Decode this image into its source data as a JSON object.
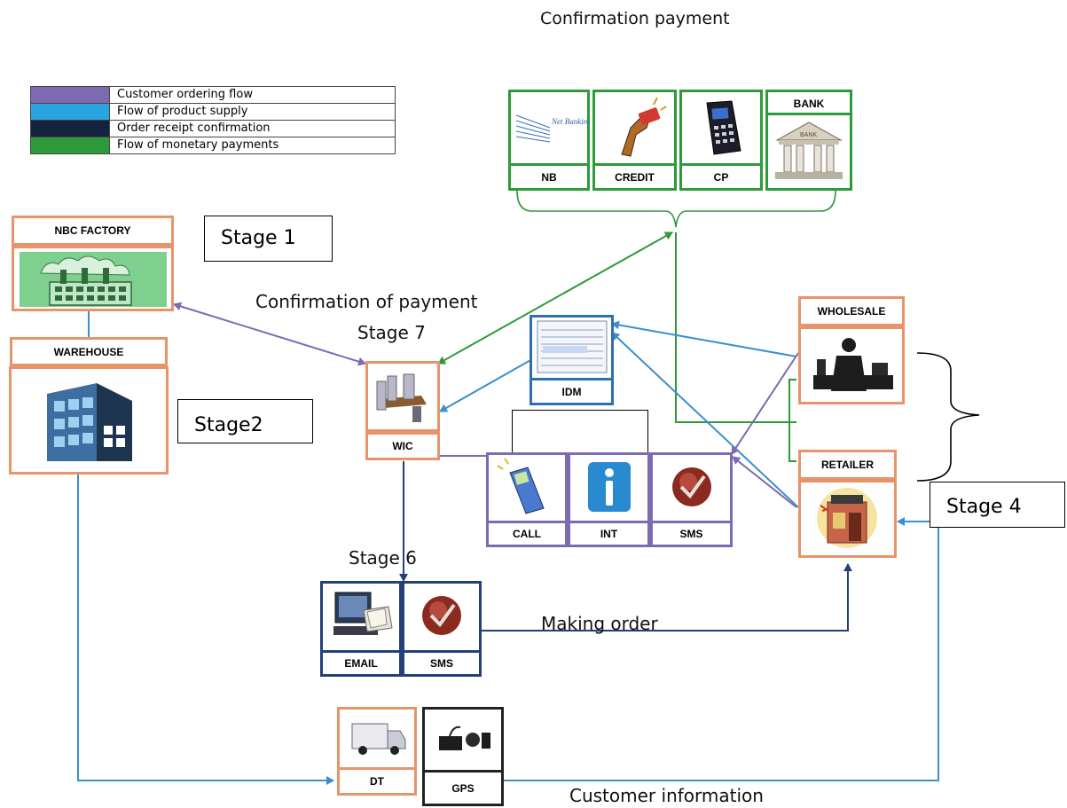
{
  "title": "Confirmation payment",
  "legend": [
    {
      "label": "Customer  ordering flow",
      "color": "#7c6bb0"
    },
    {
      "label": "Flow of product supply",
      "color": "#2aa4de"
    },
    {
      "label": "Order receipt confirmation",
      "color": "#14233e"
    },
    {
      "label": "Flow of monetary payments",
      "color": "#2e9a3a"
    }
  ],
  "nodes": {
    "nbc_factory": "NBC FACTORY",
    "warehouse": "WAREHOUSE",
    "wic": "WIC",
    "idm": "IDM",
    "wholesale": "WHOLESALE",
    "retailer": "RETAILER",
    "nb": "NB",
    "credit": "CREDIT",
    "cp": "CP",
    "bank": "BANK",
    "call": "CALL",
    "int": "INT",
    "sms_top": "SMS",
    "email": "EMAIL",
    "sms_bottom": "SMS",
    "dt": "DT",
    "gps": "GPS"
  },
  "icon_text": {
    "net_banking": "Net Banking",
    "bank_sign": "BANK"
  },
  "stages": {
    "stage1": "Stage 1",
    "stage2": "Stage2",
    "stage4": "Stage 4",
    "stage6": "Stage 6",
    "stage7": "Stage 7"
  },
  "annotations": {
    "confirmation_of_payment": "Confirmation of payment",
    "making_order": "Making order",
    "customer_information": "Customer information"
  }
}
